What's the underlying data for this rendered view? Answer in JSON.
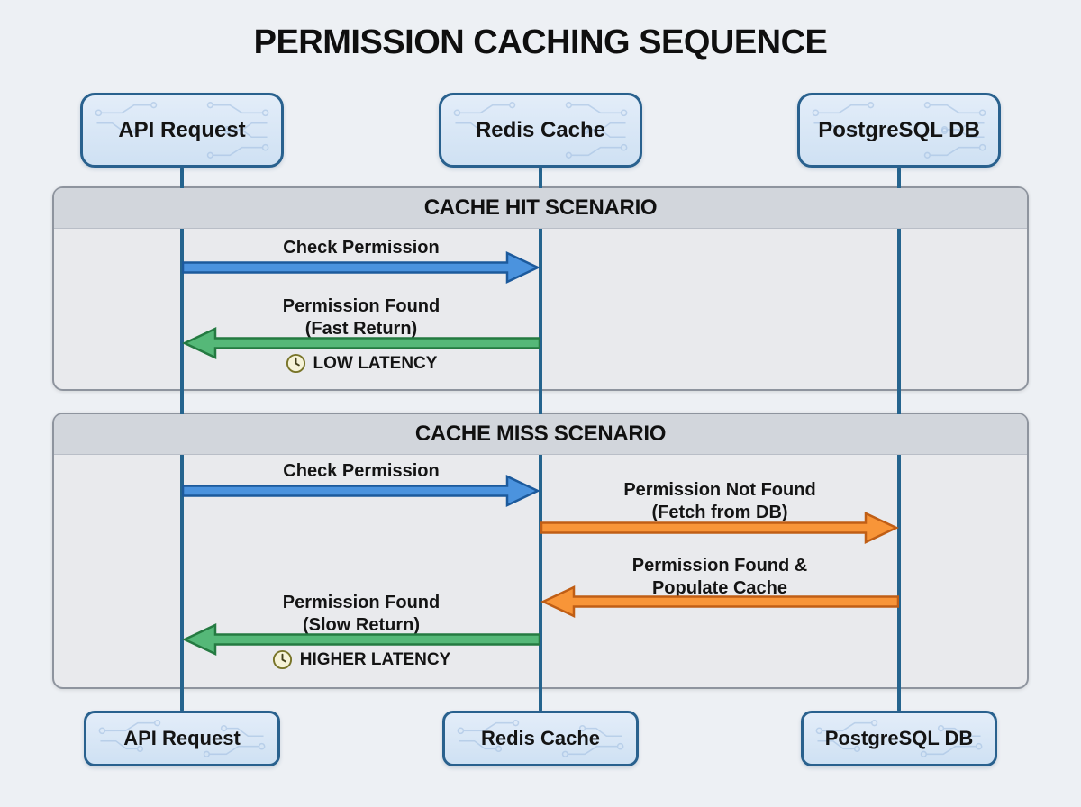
{
  "title": "PERMISSION CACHING SEQUENCE",
  "actors": [
    {
      "label": "API Request"
    },
    {
      "label": "Redis Cache"
    },
    {
      "label": "PostgreSQL DB"
    }
  ],
  "scenarios": [
    {
      "header": "CACHE HIT SCENARIO",
      "messages": [
        {
          "label": "Check Permission",
          "from": "API Request",
          "to": "Redis Cache",
          "direction": "right",
          "color": "blue"
        },
        {
          "label": "Permission Found\n(Fast Return)",
          "from": "Redis Cache",
          "to": "API Request",
          "direction": "left",
          "color": "green",
          "note": "LOW LATENCY"
        }
      ]
    },
    {
      "header": "CACHE MISS SCENARIO",
      "messages": [
        {
          "label": "Check Permission",
          "from": "API Request",
          "to": "Redis Cache",
          "direction": "right",
          "color": "blue"
        },
        {
          "label": "Permission Not Found\n(Fetch from DB)",
          "from": "Redis Cache",
          "to": "PostgreSQL DB",
          "direction": "right",
          "color": "orange"
        },
        {
          "label": "Permission Found &\nPopulate Cache",
          "from": "PostgreSQL DB",
          "to": "Redis Cache",
          "direction": "left",
          "color": "orange"
        },
        {
          "label": "Permission Found\n(Slow Return)",
          "from": "Redis Cache",
          "to": "API Request",
          "direction": "left",
          "color": "green",
          "note": "HIGHER LATENCY"
        }
      ]
    }
  ],
  "colors": {
    "page_bg": "#edf0f4",
    "title_color": "#0f0f0f",
    "label_text": "#141414",
    "actor_fill_top": "#e3edf9",
    "actor_fill_bottom": "#cfe1f3",
    "actor_border": "#29618e",
    "circuit": "#a4c0e2",
    "lifeline": "#25648e",
    "panel_fill": "#e9eaed",
    "panel_header_fill": "#d2d6dc",
    "panel_header_text": "#101010",
    "panel_border": "#8e949e",
    "arrow_blue_fill": "#4b93de",
    "arrow_blue_stroke": "#1c5a9c",
    "arrow_green_fill": "#55b878",
    "arrow_green_stroke": "#247a41",
    "arrow_orange_fill": "#f89538",
    "arrow_orange_stroke": "#c05e15",
    "clock_ring": "#787428",
    "clock_face": "#f6f3d8",
    "clock_hands": "#44411c"
  }
}
